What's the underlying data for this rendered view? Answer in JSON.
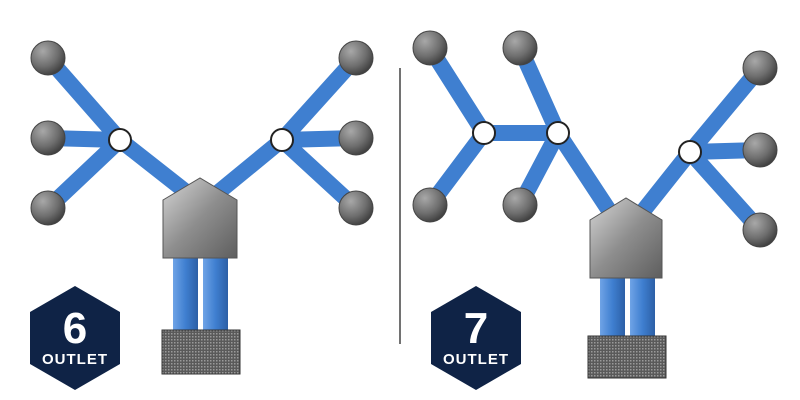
{
  "diagrams": [
    {
      "id": "six-outlet",
      "badge": {
        "number": "6",
        "label": "OUTLET"
      },
      "outlet_count": 6
    },
    {
      "id": "seven-outlet",
      "badge": {
        "number": "7",
        "label": "OUTLET"
      },
      "outlet_count": 7
    }
  ],
  "colors": {
    "branch": "#3f7fd0",
    "branch_dark": "#2e63a8",
    "outlet": "#777777",
    "outlet_dark": "#4a4a4a",
    "junction": "#ffffff",
    "body": "#9a9a9a",
    "badge": "#0f2346",
    "divider": "#444444"
  }
}
